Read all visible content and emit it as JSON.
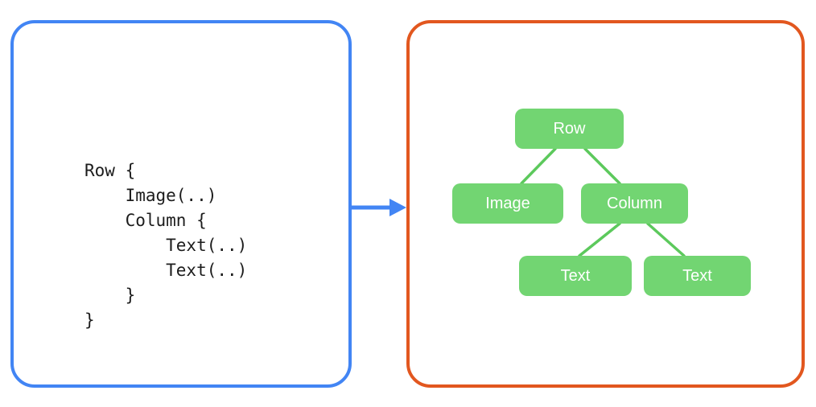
{
  "diagram": {
    "code_panel": {
      "border_color": "#4285f4",
      "code": "Row {\n    Image(..)\n    Column {\n        Text(..)\n        Text(..)\n    }\n}"
    },
    "arrow": {
      "color": "#4285f4",
      "direction": "right"
    },
    "tree_panel": {
      "border_color": "#e2571f",
      "node_color": "#72d572",
      "link_color": "#5cc95c",
      "label_color": "#ffffff",
      "nodes": [
        {
          "id": "row",
          "label": "Row"
        },
        {
          "id": "image",
          "label": "Image"
        },
        {
          "id": "column",
          "label": "Column"
        },
        {
          "id": "text1",
          "label": "Text"
        },
        {
          "id": "text2",
          "label": "Text"
        }
      ],
      "links": [
        {
          "from": "row",
          "to": "image"
        },
        {
          "from": "row",
          "to": "column"
        },
        {
          "from": "column",
          "to": "text1"
        },
        {
          "from": "column",
          "to": "text2"
        }
      ]
    }
  }
}
